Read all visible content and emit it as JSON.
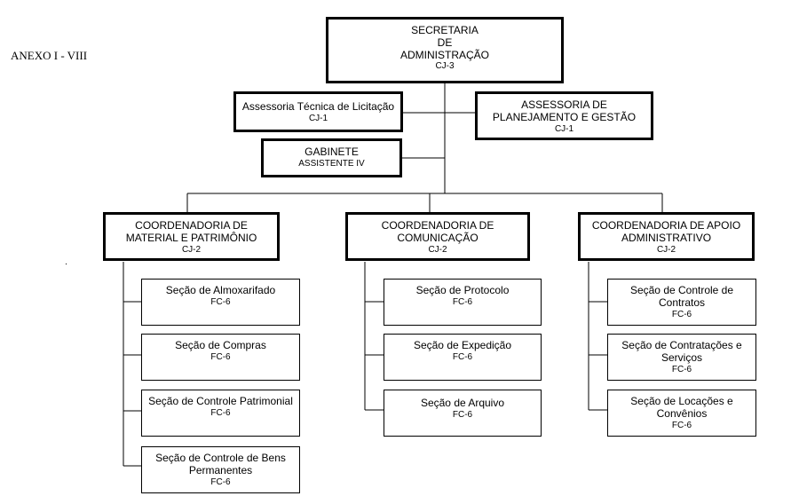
{
  "annex_label": "ANEXO I - VIII",
  "root": {
    "lines": [
      "SECRETARIA",
      "DE",
      "ADMINISTRAÇÃO"
    ],
    "code": "CJ-3"
  },
  "advisory_left": {
    "lines": [
      "Assessoria Técnica de Licitação"
    ],
    "code": "CJ-1"
  },
  "advisory_right": {
    "lines": [
      "ASSESSORIA DE",
      "PLANEJAMENTO E GESTÃO"
    ],
    "code": "CJ-1"
  },
  "cabinet": {
    "lines": [
      "GABINETE"
    ],
    "code": "ASSISTENTE IV"
  },
  "coord_1": {
    "lines": [
      "COORDENADORIA DE",
      "MATERIAL E PATRIMÔNIO"
    ],
    "code": "CJ-2"
  },
  "coord_2": {
    "lines": [
      "COORDENADORIA DE",
      "COMUNICAÇÃO"
    ],
    "code": "CJ-2"
  },
  "coord_3": {
    "lines": [
      "COORDENADORIA DE APOIO",
      "ADMINISTRATIVO"
    ],
    "code": "CJ-2"
  },
  "c1_s1": {
    "lines": [
      "Seção de Almoxarifado"
    ],
    "code": "FC-6"
  },
  "c1_s2": {
    "lines": [
      "Seção de Compras"
    ],
    "code": "FC-6"
  },
  "c1_s3": {
    "lines": [
      "Seção de Controle Patrimonial"
    ],
    "code": "FC-6"
  },
  "c1_s4": {
    "lines": [
      "Seção de Controle de Bens",
      "Permanentes"
    ],
    "code": "FC-6"
  },
  "c2_s1": {
    "lines": [
      "Seção de Protocolo"
    ],
    "code": "FC-6"
  },
  "c2_s2": {
    "lines": [
      "Seção de Expedição"
    ],
    "code": "FC-6"
  },
  "c2_s3": {
    "lines": [
      "Seção de Arquivo"
    ],
    "code": "FC-6"
  },
  "c3_s1": {
    "lines": [
      "Seção de Controle de",
      "Contratos"
    ],
    "code": "FC-6"
  },
  "c3_s2": {
    "lines": [
      "Seção de Contratações e",
      "Serviços"
    ],
    "code": "FC-6"
  },
  "c3_s3": {
    "lines": [
      "Seção de Locações e",
      "Convênios"
    ],
    "code": "FC-6"
  }
}
